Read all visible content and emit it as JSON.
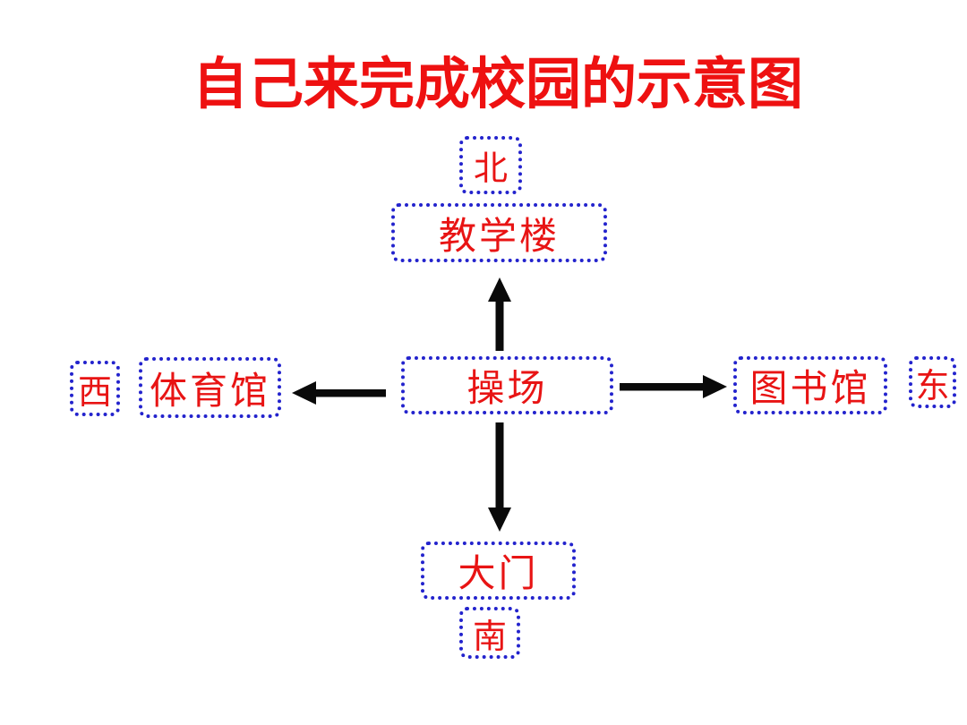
{
  "title": {
    "text": "自己来完成校园的示意图"
  },
  "colors": {
    "title_red": "#ee1111",
    "label_red": "#e81414",
    "border_blue": "#2323cd",
    "arrow_black": "#0a0a0a",
    "background": "#ffffff"
  },
  "diagram": {
    "center": {
      "label": "操场"
    },
    "north_direction": {
      "label": "北"
    },
    "north_building": {
      "label": "教学楼"
    },
    "west_direction": {
      "label": "西"
    },
    "west_building": {
      "label": "体育馆"
    },
    "east_direction": {
      "label": "东"
    },
    "east_building": {
      "label": "图书馆"
    },
    "south_direction": {
      "label": "南"
    },
    "south_building": {
      "label": "大门"
    },
    "relations": [
      {
        "from": "操场",
        "to": "教学楼",
        "direction": "north"
      },
      {
        "from": "操场",
        "to": "体育馆",
        "direction": "west"
      },
      {
        "from": "操场",
        "to": "图书馆",
        "direction": "east"
      },
      {
        "from": "操场",
        "to": "大门",
        "direction": "south"
      }
    ]
  }
}
